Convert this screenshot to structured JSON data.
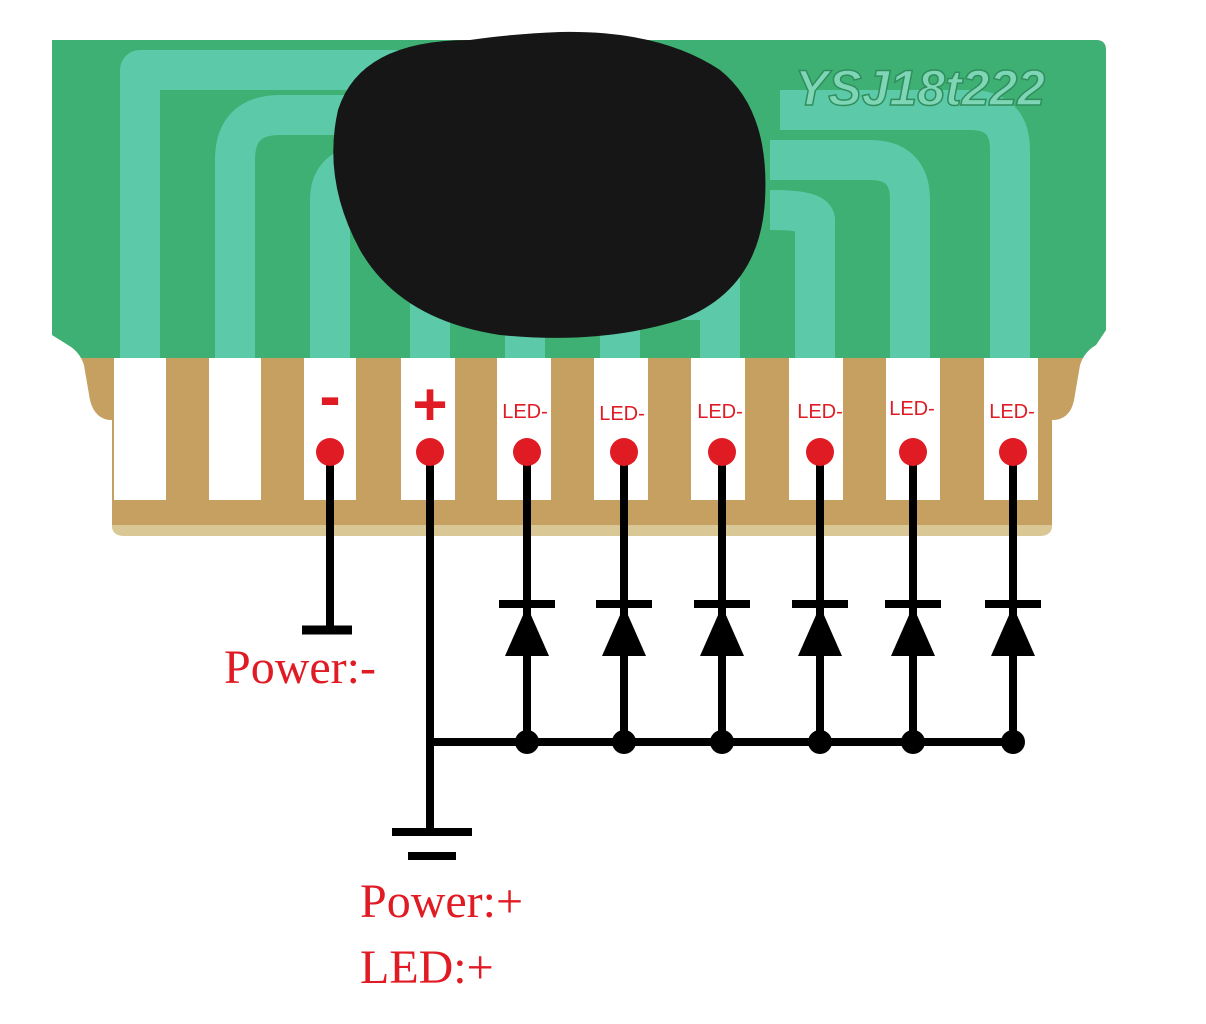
{
  "board": {
    "silkscreen": "YSJ18t222",
    "board_color": "#3fb073",
    "trace_color": "#5ccaa8",
    "blob_color": "#141414",
    "pad_gold": "#cfaa6a",
    "pad_white": "#ffffff"
  },
  "pin_labels": {
    "minus": "-",
    "plus": "+",
    "led1": "LED-",
    "led2": "LED-",
    "led3": "LED-",
    "led4": "LED-",
    "led5": "LED-",
    "led6": "LED-"
  },
  "annotations": {
    "power_minus": "Power:-",
    "power_plus": "Power:+",
    "led_plus": "LED:+"
  },
  "colors": {
    "label_red": "#e01b24",
    "wire": "#000000"
  },
  "led_count": 6
}
